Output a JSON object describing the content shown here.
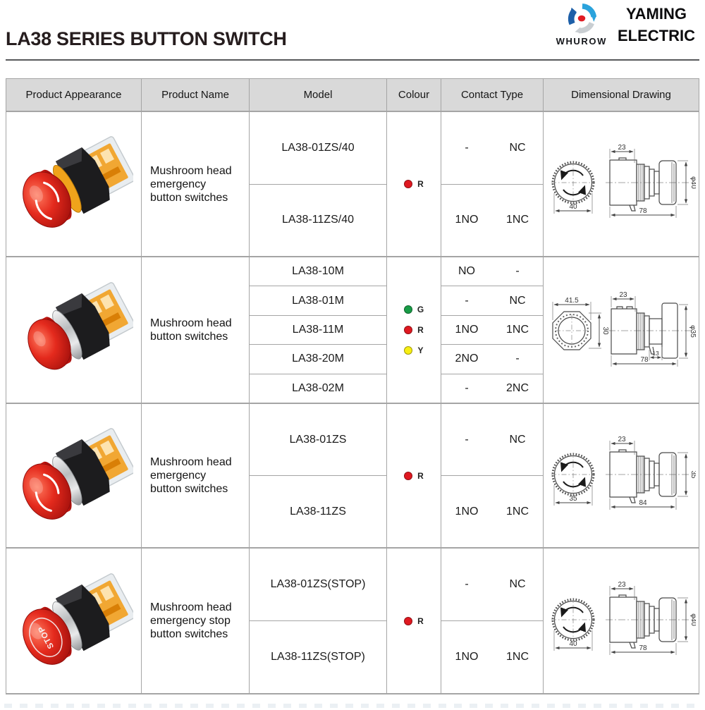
{
  "page": {
    "title": "LA38 SERIES BUTTON SWITCH",
    "brand": {
      "logo_name": "WHUROW",
      "company_line1": "YAMING",
      "company_line2": "ELECTRIC"
    },
    "accent_colors": {
      "red": "#e01820",
      "green": "#189c46",
      "yellow": "#f7ee12",
      "logo_dark_blue": "#1d5fa8",
      "logo_light_blue": "#2ba3dc",
      "logo_red": "#e01c24",
      "header_gray": "#d9d9d9",
      "grid_gray": "#a5a5a5"
    }
  },
  "table": {
    "headers": [
      "Product Appearance",
      "Product Name",
      "Model",
      "Colour",
      "Contact Type",
      "Dimensional Drawing"
    ],
    "rows": [
      {
        "name_lines": [
          "Mushroom head",
          "emergency",
          "button switches"
        ],
        "models": [
          "LA38-01ZS/40",
          "LA38-11ZS/40"
        ],
        "colours": [
          {
            "label": "R",
            "hex": "#e01820"
          }
        ],
        "contacts": [
          {
            "no": "-",
            "nc": "NC"
          },
          {
            "no": "1NO",
            "nc": "1NC"
          }
        ],
        "drawing": {
          "front_width": "40",
          "top_width": "23",
          "total_length": "78",
          "diameter": "φ40"
        }
      },
      {
        "name_lines": [
          "Mushroom head",
          "button switches"
        ],
        "models": [
          "LA38-10M",
          "LA38-01M",
          "LA38-11M",
          "LA38-20M",
          "LA38-02M"
        ],
        "colours": [
          {
            "label": "G",
            "hex": "#189c46"
          },
          {
            "label": "R",
            "hex": "#e01820"
          },
          {
            "label": "Y",
            "hex": "#f7ee12"
          }
        ],
        "contacts": [
          {
            "no": "NO",
            "nc": "-"
          },
          {
            "no": "-",
            "nc": "NC"
          },
          {
            "no": "1NO",
            "nc": "1NC"
          },
          {
            "no": "2NO",
            "nc": "-"
          },
          {
            "no": "-",
            "nc": "2NC"
          }
        ],
        "drawing": {
          "front_width": "41.5",
          "front_height": "30",
          "top_width": "23",
          "collar_length": "13",
          "total_length": "78",
          "diameter": "φ35"
        }
      },
      {
        "name_lines": [
          "Mushroom head",
          "emergency",
          "button switches"
        ],
        "models": [
          "LA38-01ZS",
          "LA38-11ZS"
        ],
        "colours": [
          {
            "label": "R",
            "hex": "#e01820"
          }
        ],
        "contacts": [
          {
            "no": "-",
            "nc": "NC"
          },
          {
            "no": "1NO",
            "nc": "1NC"
          }
        ],
        "drawing": {
          "front_width": "35",
          "top_width": "23",
          "total_length": "84",
          "diameter": "35"
        }
      },
      {
        "name_lines": [
          "Mushroom head",
          "emergency stop",
          "button switches"
        ],
        "models": [
          "LA38-01ZS(STOP)",
          "LA38-11ZS(STOP)"
        ],
        "colours": [
          {
            "label": "R",
            "hex": "#e01820"
          }
        ],
        "contacts": [
          {
            "no": "-",
            "nc": "NC"
          },
          {
            "no": "1NO",
            "nc": "1NC"
          }
        ],
        "cap_text": "STOP",
        "drawing": {
          "front_width": "40",
          "top_width": "23",
          "total_length": "78",
          "diameter": "φ40"
        }
      }
    ]
  }
}
